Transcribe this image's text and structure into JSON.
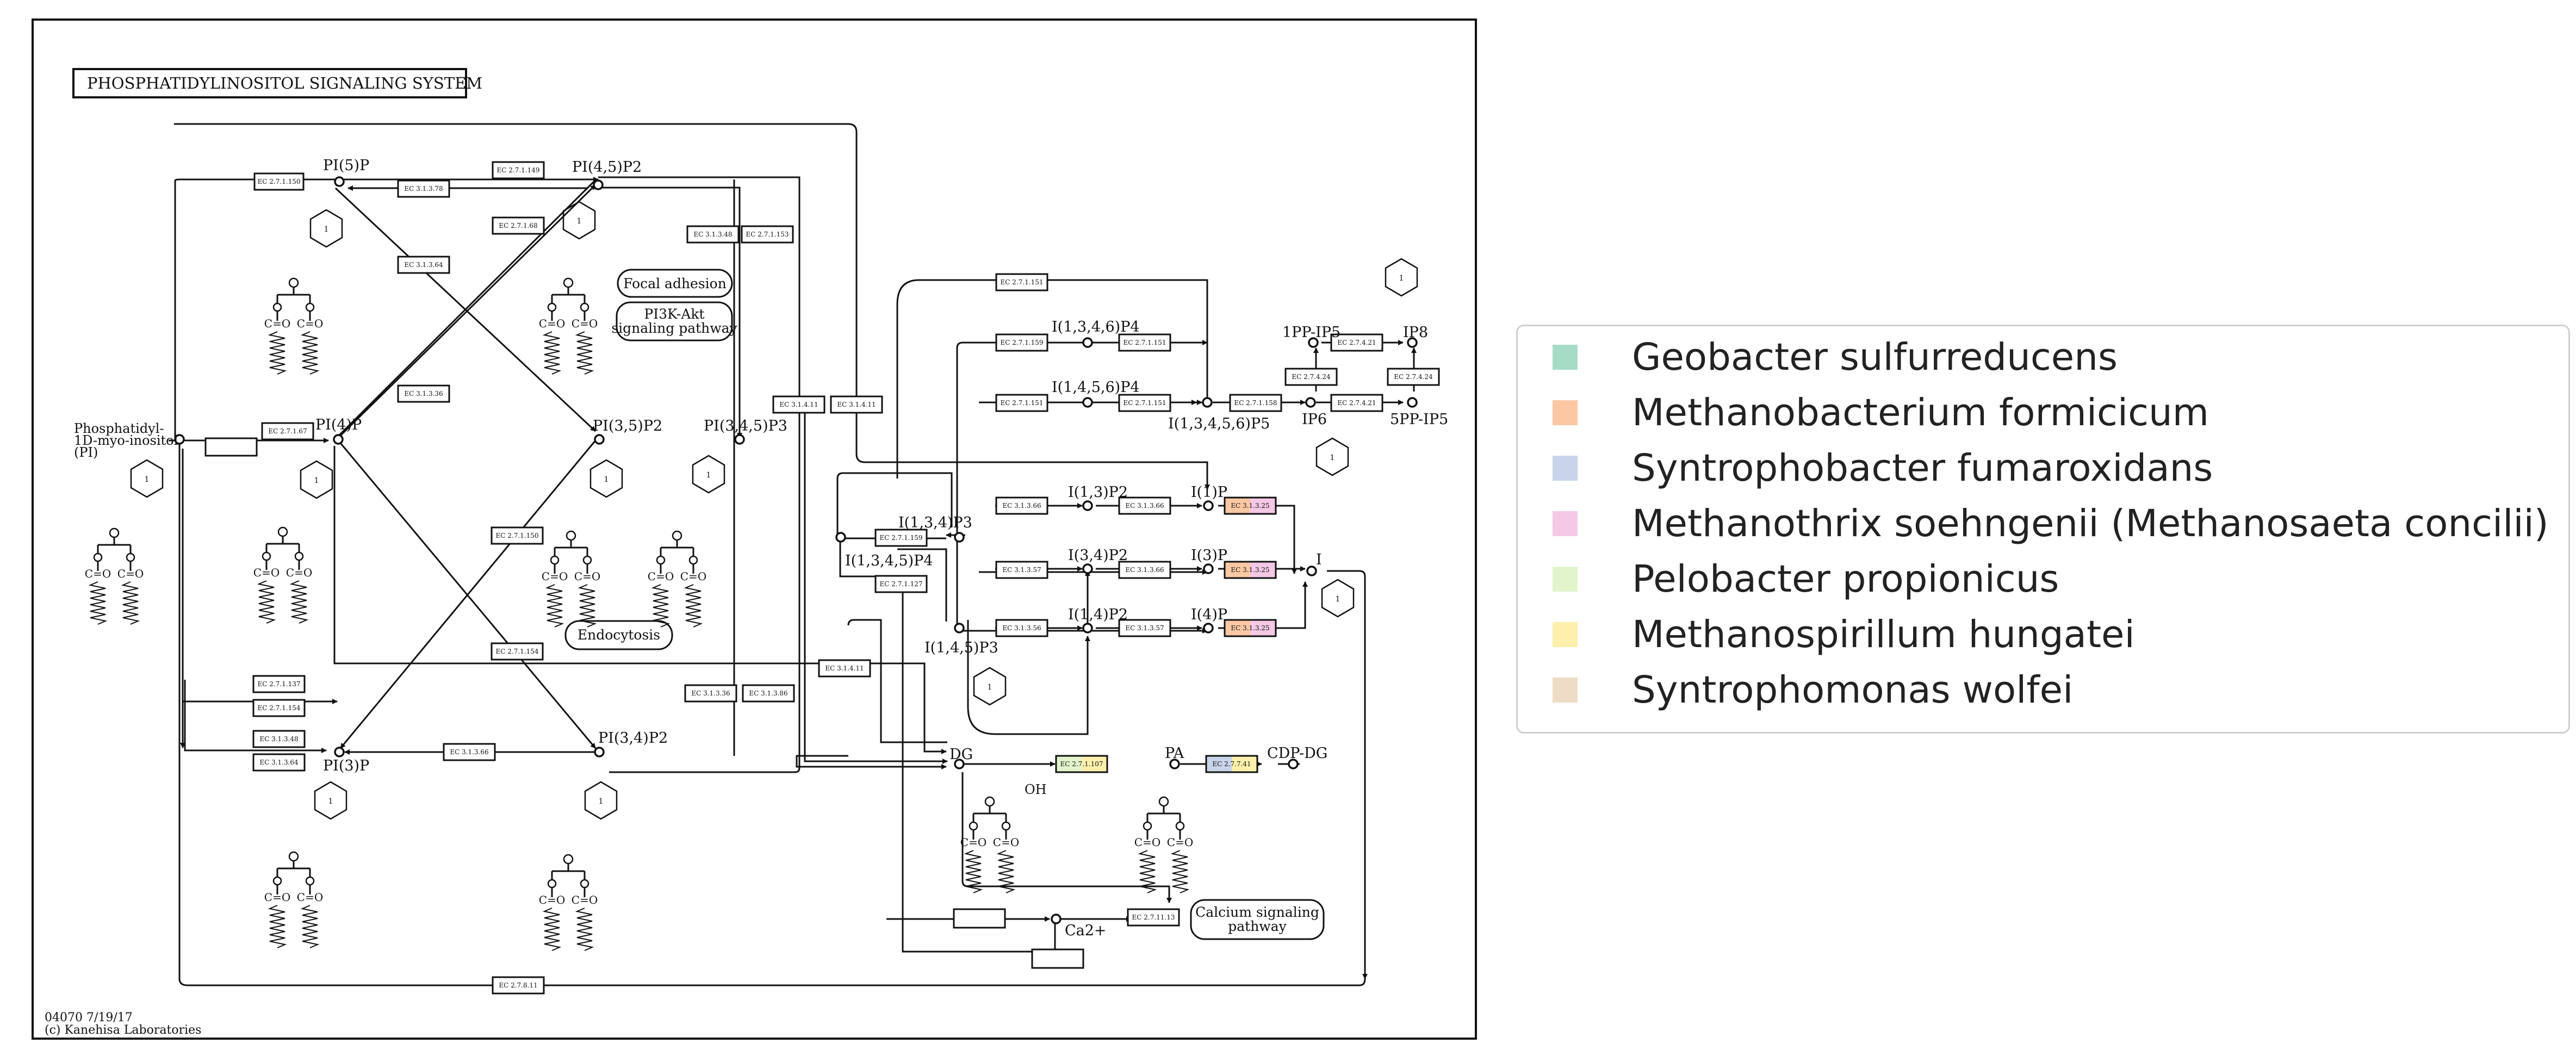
{
  "map": {
    "title": "PHOSPHATIDYLINOSITOL SIGNALING SYSTEM",
    "footer_id": "04070 7/19/17",
    "footer_copyright": "(c) Kanehisa Laboratories"
  },
  "compounds": {
    "pi5p": "PI(5)P",
    "pi45p2": "PI(4,5)P2",
    "pi4p": "PI(4)P",
    "pi35p2": "PI(3,5)P2",
    "pi345p3": "PI(3,4,5)P3",
    "pi3p": "PI(3)P",
    "pi34p2": "PI(3,4)P2",
    "pi_line1": "Phosphatidyl-",
    "pi_line2": "1D-myo-inositol",
    "pi_line3": "(PI)",
    "i1346p4": "I(1,3,4,6)P4",
    "i1456p4": "I(1,4,5,6)P4",
    "i13456p5": "I(1,3,4,5,6)P5",
    "ip6": "IP6",
    "pp_ip5": "1PP-IP5",
    "ip8": "IP8",
    "pp5_ip5": "5PP-IP5",
    "i134p3": "I(1,3,4)P3",
    "i1345p4": "I(1,3,4,5)P4",
    "i145p3": "I(1,4,5)P3",
    "i13p2": "I(1,3)P2",
    "i34p2": "I(3,4)P2",
    "i14p2": "I(1,4)P2",
    "i1p": "I(1)P",
    "i3p": "I(3)P",
    "i4p": "I(4)P",
    "i": "I",
    "dg": "DG",
    "pa": "PA",
    "cdp_dg": "CDP-DG",
    "ca": "Ca2+",
    "oh": "OH"
  },
  "ec": {
    "ec_pi5p_left": "EC 2.7.1.150",
    "ec_pi45p2_top": "EC 2.7.1.149",
    "ec_31378": "EC 3.1.3.78",
    "ec_27168": "EC 2.7.1.68",
    "ec_31364a": "EC 3.1.3.64",
    "ec_31336a": "EC 3.1.3.36",
    "ec_27167": "EC 2.7.1.67",
    "ec_31348a": "EC 3.1.3.48",
    "ec_271153": "EC 2.7.1.153",
    "ec_31411a": "EC 3.1.4.11",
    "ec_31411b": "EC 3.1.4.11",
    "ec_271150b": "EC 2.7.1.150",
    "ec_271154a": "EC 2.7.1.154",
    "ec_271137": "EC 2.7.1.137",
    "ec_271154b": "EC 2.7.1.154",
    "ec_31348b": "EC 3.1.3.48",
    "ec_31364b": "EC 3.1.3.64",
    "ec_31366a": "EC 3.1.3.66",
    "ec_31336b": "EC 3.1.3.36",
    "ec_31386": "EC 3.1.3.86",
    "ec_31411c": "EC 3.1.4.11",
    "ec_271151a": "EC 2.7.1.151",
    "ec_271159a": "EC 2.7.1.159",
    "ec_271151b": "EC 2.7.1.151",
    "ec_271151c": "EC 2.7.1.151",
    "ec_271151d": "EC 2.7.1.151",
    "ec_271158": "EC 2.7.1.158",
    "ec_27421a": "EC 2.7.4.21",
    "ec_27424a": "EC 2.7.4.24",
    "ec_27421b": "EC 2.7.4.21",
    "ec_27424b": "EC 2.7.4.24",
    "ec_271159b": "EC 2.7.1.159",
    "ec_271127": "EC 2.7.1.127",
    "ec_31366b": "EC 3.1.3.66",
    "ec_31366c": "EC 3.1.3.66",
    "ec_31325a": "EC 3.1.3.25",
    "ec_31357a": "EC 3.1.3.57",
    "ec_31366d": "EC 3.1.3.66",
    "ec_31325b": "EC 3.1.3.25",
    "ec_31356": "EC 3.1.3.56",
    "ec_31357b": "EC 3.1.3.57",
    "ec_31325c": "EC 3.1.3.25",
    "ec_271107": "EC 2.7.1.107",
    "ec_27741": "EC 2.7.7.41",
    "ec_271113": "EC 2.7.11.13",
    "ec_27811": "EC 2.7.8.11"
  },
  "pathways": {
    "focal_adhesion": "Focal adhesion",
    "pi3k_line1": "PI3K-Akt",
    "pi3k_line2": "signaling pathway",
    "endocytosis": "Endocytosis",
    "calcium_line1": "Calcium signaling",
    "calcium_line2": "pathway"
  },
  "legend": {
    "items": [
      {
        "label": "Geobacter sulfurreducens",
        "color": "#a6dcc6"
      },
      {
        "label": "Methanobacterium formicicum",
        "color": "#fcc8a4"
      },
      {
        "label": "Syntrophobacter fumaroxidans",
        "color": "#c8d4ea"
      },
      {
        "label": "Methanothrix soehngenii (Methanosaeta concilii)",
        "color": "#f5c8e6"
      },
      {
        "label": "Pelobacter propionicus",
        "color": "#e2f4cc"
      },
      {
        "label": "Methanospirillum hungatei",
        "color": "#fdf0ac"
      },
      {
        "label": "Syntrophomonas wolfei",
        "color": "#eedcc6"
      }
    ]
  },
  "colors": {
    "ec_31325a": [
      "#fcc8a4",
      "#f5c8e6"
    ],
    "ec_31325b": [
      "#fcc8a4",
      "#f5c8e6"
    ],
    "ec_31325c": [
      "#fcc8a4",
      "#f5c8e6"
    ],
    "ec_271107": [
      "#e2f4cc",
      "#fdf0ac"
    ],
    "ec_27741": [
      "#c8d4ea",
      "#fdf0ac"
    ]
  }
}
